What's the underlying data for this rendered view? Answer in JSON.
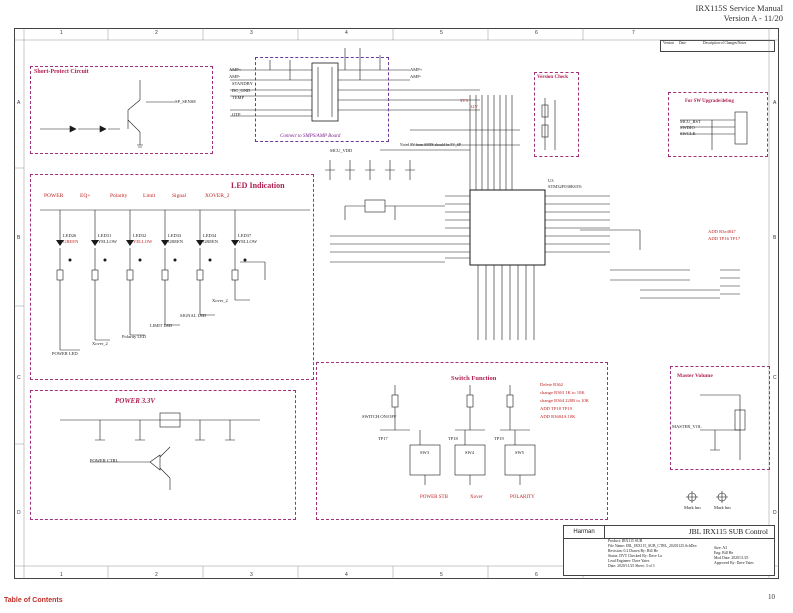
{
  "header": {
    "line1": "IRX115S Service Manual",
    "line2": "Version A - 11/20"
  },
  "footer": {
    "toc": "Table of Contents",
    "page": "10"
  },
  "zones": {
    "cols": [
      "1",
      "2",
      "3",
      "4",
      "5",
      "6",
      "7"
    ],
    "rows": [
      "A",
      "B",
      "C",
      "D"
    ]
  },
  "blocks": {
    "short_protect": "Short-Protect Circuit",
    "led_indication": "LED Indication",
    "power_33": "POWER 3.3V",
    "switch_function": "Switch Function",
    "version_check": "Version Check",
    "sw_upgrade": "For SW Upgrade/debug",
    "master_volume": "Master Volume",
    "connect_smps": "Connect to SMPS/AMP Board"
  },
  "led": {
    "categories": [
      "POWER",
      "EQ+",
      "Polarity",
      "Limit",
      "Signal",
      "XOVER_2"
    ],
    "colors": [
      "GREEN",
      "YELLOW",
      "YELLOW",
      "GREEN",
      "GREEN",
      "YELLOW"
    ],
    "refs": [
      "LED26",
      "LED31",
      "LED32",
      "LED33",
      "LED34",
      "LED37"
    ],
    "nets": [
      "POWER LED",
      "Xover_2",
      "Polarity LED",
      "LIMIT LED",
      "SIGNAL LED",
      "Xover_2"
    ]
  },
  "switches": {
    "refs": [
      "SW3",
      "SW4",
      "SW5"
    ],
    "names": [
      "POWER STB",
      "Xover",
      "POLARITY"
    ],
    "tps": [
      "TP17",
      "TP18",
      "TP19"
    ]
  },
  "notes": {
    "delete": "Delete R362",
    "change1": "change R363 1K to 10K",
    "change2": "change R364 220R to 10K",
    "add1": "ADD TP18 TP19",
    "add2": "ADD R3604A 10K",
    "add_r": "ADD R3e4847",
    "add_tp": "ADD TP16 TP17",
    "mark1": "Mark hm",
    "mark2": "Mark hm"
  },
  "nets": {
    "amp_plus": "AMP+",
    "amp_minus": "AMP-",
    "standby": "STANDBY",
    "dc_gnd": "DC_GND",
    "temp": "TEMP",
    "otp": "OTP",
    "sp_sense": "SP_SENSE",
    "mcu_vdd": "MCU_VDD",
    "p3v3": "3V3",
    "p12v": "12V",
    "mcu_rst": "MCU_RST",
    "swdio": "SWDIO",
    "swclk": "SWCLK",
    "master_vol": "MASTER_VOL",
    "power_ctrl": "POWER CTRL",
    "switch_on": "SWITCH ON/OFF",
    "notes_5v": "Noted 5V from SMPS should be 5V_SP"
  },
  "ic": {
    "ref": "U3",
    "part": "STM32F030K6T6"
  },
  "title_block": {
    "company": "Harman",
    "title": "JBL IRX115 SUB Control",
    "rows": [
      "Product: IRX115 SUB",
      "File Name: JBL_IRX115_SUB_CTRL_20201125.SchDoc",
      "Revision: 0.2   Drawn By: Bill He",
      "Status: DVT   Checked By: Dave Lu",
      "Lead Engineer: Dave Yates",
      "Date: 2020/11/25   Sheet: 3 of 3"
    ],
    "right_rows": [
      "Size: A3",
      "Eng: Bill He",
      "Mod Date: 2020/11/25",
      "Approved By: Dave Yates"
    ]
  },
  "revision_table": {
    "headers": [
      "Version",
      "Date",
      "Description of Changes/Notes"
    ]
  }
}
